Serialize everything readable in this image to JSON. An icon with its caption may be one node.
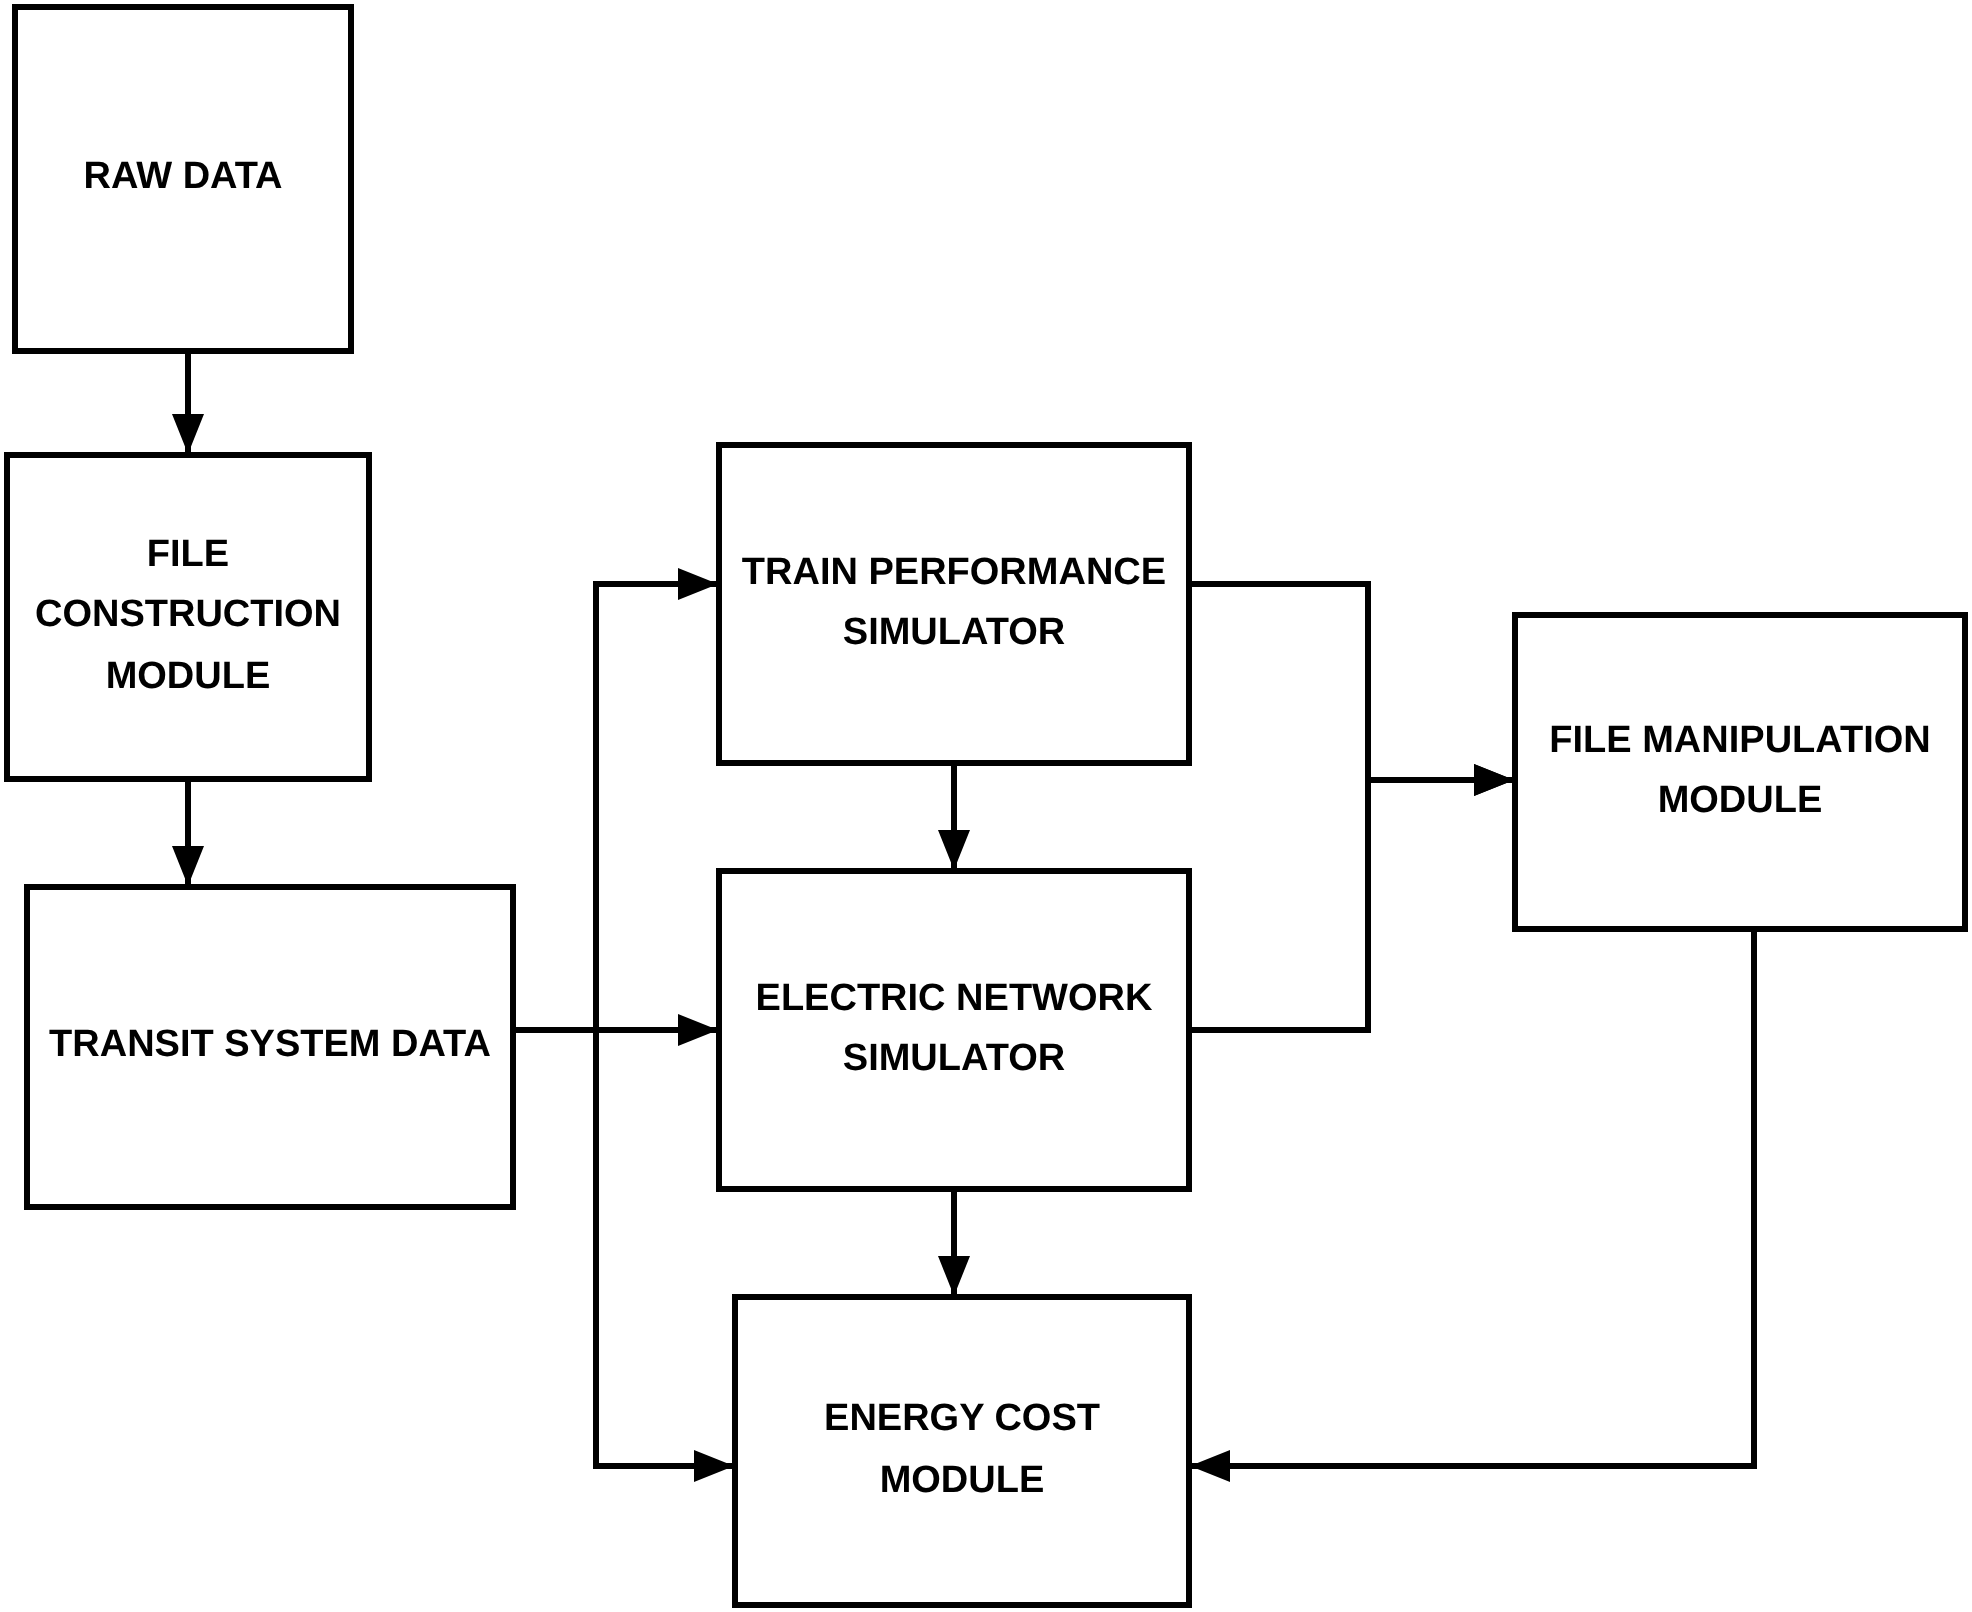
{
  "diagram": {
    "nodes": [
      {
        "text": [
          "RAW DATA"
        ]
      },
      {
        "text": [
          "FILE CONSTRUCTION MODULE"
        ]
      },
      {
        "text": [
          "TRANSIT SYSTEM DATA"
        ]
      },
      {
        "text": [
          "TRAIN PERFORMANCE SIMULATOR"
        ]
      },
      {
        "text": [
          "ELECTRIC NETWORK SIMULATOR"
        ]
      },
      {
        "text": [
          "FILE MANIPULATION MODULE"
        ]
      },
      {
        "text": [
          "ENERGY COST MODULE"
        ]
      }
    ],
    "edges": [
      {
        "from": 0,
        "to": 1,
        "arrow": "to"
      },
      {
        "from": 1,
        "to": 2,
        "arrow": "to"
      },
      {
        "from": 2,
        "to": 4,
        "arrow": "to"
      },
      {
        "from": 2,
        "to": 3,
        "arrow": "to"
      },
      {
        "from": 2,
        "to": 6,
        "arrow": "to"
      },
      {
        "from": 3,
        "to": 4,
        "arrow": "to"
      },
      {
        "from": 3,
        "to": 5,
        "arrow": "to"
      },
      {
        "from": 4,
        "to": 5,
        "arrow": "to"
      },
      {
        "from": 4,
        "to": 6,
        "arrow": "to"
      },
      {
        "from": 5,
        "to": 6,
        "arrow": "to"
      }
    ]
  }
}
